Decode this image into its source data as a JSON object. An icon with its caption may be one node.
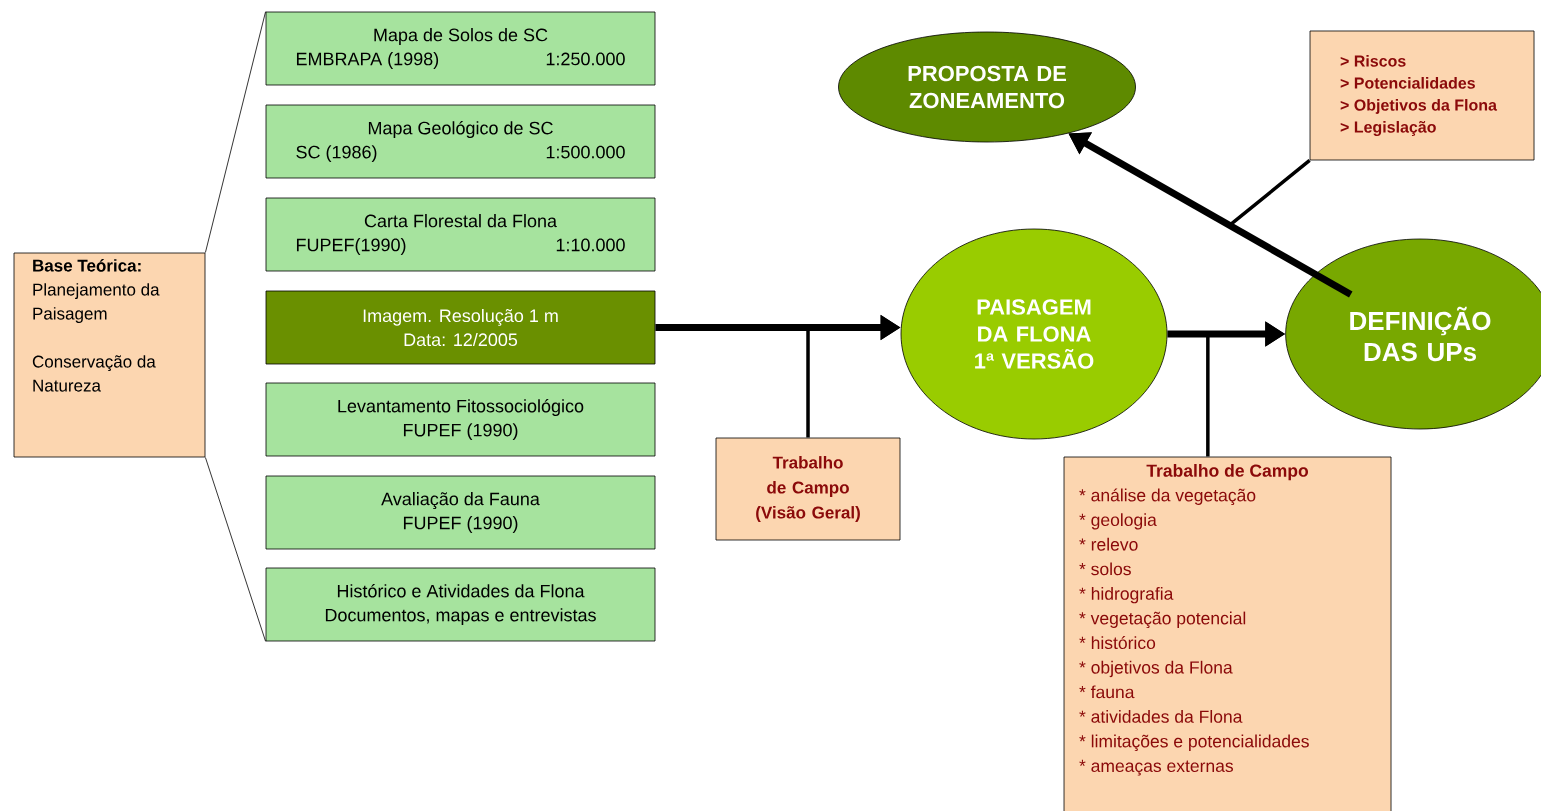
{
  "diagram": {
    "nodes": [
      {
        "text": [
          "Base Teórica:",
          "Planejamento da Paisagem",
          "Conservação da Natureza"
        ]
      },
      {
        "text": [
          "Mapa de Solos de SC",
          "EMBRAPA (1998)",
          "1:250.000"
        ]
      },
      {
        "text": [
          "Mapa Geológico de SC",
          "SC (1986)",
          "1:500.000"
        ]
      },
      {
        "text": [
          "Carta Florestal da Flona",
          "FUPEF(1990)",
          "1:10.000"
        ]
      },
      {
        "text": [
          "Imagem. Resolução 1 m",
          "Data: 12/2005"
        ]
      },
      {
        "text": [
          "Levantamento Fitossociológico",
          "FUPEF (1990)"
        ]
      },
      {
        "text": [
          "Avaliação da Fauna",
          "FUPEF (1990)"
        ]
      },
      {
        "text": [
          "Histórico e Atividades da Flona",
          "Documentos, mapas e entrevistas"
        ]
      },
      {
        "text": [
          "PROPOSTA DE ZONEAMENTO"
        ]
      },
      {
        "text": [
          "> Riscos",
          "> Potencialidades",
          "> Objetivos da Flona",
          "> Legislação"
        ]
      },
      {
        "text": [
          "Trabalho de Campo (Visão Geral)"
        ]
      },
      {
        "text": [
          "PAISAGEM DA FLONA 1ª VERSÃO"
        ]
      },
      {
        "text": [
          "DEFINIÇÃO DAS UPs"
        ]
      },
      {
        "text": [
          "Trabalho de Campo",
          "* análise da vegetação",
          "* geologia",
          "* relevo",
          "* solos",
          "* hidrografia",
          "* vegetação potencial",
          "* histórico",
          "* objetivos da Flona",
          "* fauna",
          "* atividades da Flona",
          "* limitações e potencialidades",
          "* ameaças externas"
        ]
      }
    ],
    "edges": [
      {
        "from": 4,
        "to": 11,
        "arrow": "to",
        "style": "thick"
      },
      {
        "from": 10,
        "to": 11,
        "arrow": "to"
      },
      {
        "from": 11,
        "to": 12,
        "arrow": "to",
        "style": "thick"
      },
      {
        "from": 13,
        "to": 12,
        "arrow": "to"
      },
      {
        "from": 12,
        "to": 8,
        "arrow": "to",
        "style": "thick"
      },
      {
        "from": 9,
        "to": 8,
        "arrow": "to"
      }
    ]
  }
}
